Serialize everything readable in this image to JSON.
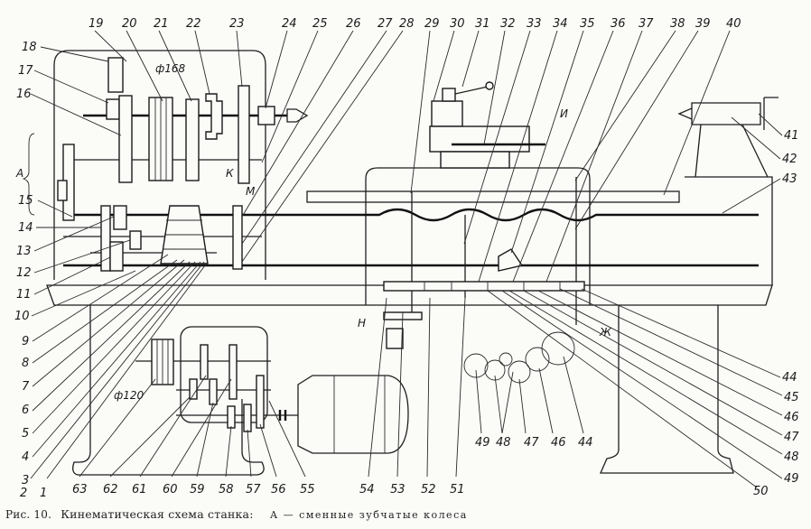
{
  "figure": {
    "number_label": "Рис. 10.",
    "title": "Кинематическая схема станка:",
    "note_letter": "А",
    "note_text": "— сменные зубчатые колеса"
  },
  "dimension_labels": {
    "pulley_spindle": "ф168",
    "pulley_motor": "ф120"
  },
  "letter_labels": {
    "A": "А",
    "K": "К",
    "M": "М",
    "I": "И",
    "N": "Н",
    "Zh": "Ж"
  },
  "callouts": {
    "top": [
      "19",
      "20",
      "21",
      "22",
      "23",
      "24",
      "25",
      "26",
      "27",
      "28",
      "29",
      "30",
      "31",
      "32",
      "33",
      "34",
      "35",
      "36",
      "37",
      "38",
      "39",
      "40"
    ],
    "left": [
      "18",
      "17",
      "16",
      "15",
      "14",
      "13",
      "12",
      "11",
      "10",
      "9",
      "8",
      "7",
      "6",
      "5",
      "4",
      "3",
      "2",
      "1"
    ],
    "bottom": [
      "63",
      "62",
      "61",
      "60",
      "59",
      "58",
      "57",
      "56",
      "55",
      "54",
      "53",
      "52",
      "51"
    ],
    "right": [
      "41",
      "42",
      "43",
      "44",
      "45",
      "46",
      "47",
      "48",
      "49",
      "50"
    ],
    "gear_train": [
      "49",
      "48",
      "47",
      "46",
      "44"
    ]
  }
}
